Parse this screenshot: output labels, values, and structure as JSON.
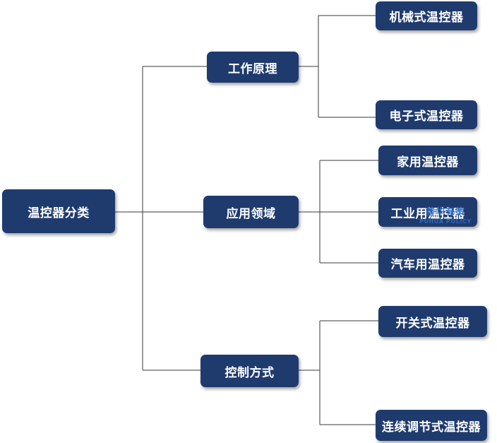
{
  "root": {
    "label": "温控器分类"
  },
  "categories": [
    {
      "label": "工作原理",
      "items": [
        "机械式温控器",
        "电子式温控器"
      ]
    },
    {
      "label": "应用领域",
      "items": [
        "家用温控器",
        "工业用温控器",
        "汽车用温控器"
      ]
    },
    {
      "label": "控制方式",
      "items": [
        "开关式温控器",
        "连续调节式温控器"
      ]
    }
  ],
  "watermark": {
    "text_cn": "普华有策",
    "text_en": "PUHUA POLICY"
  },
  "colors": {
    "node_fill": "#1f3b6e",
    "node_text": "#ffffff",
    "connector": "#3a3a3a",
    "watermark": "#2f6fc9"
  }
}
